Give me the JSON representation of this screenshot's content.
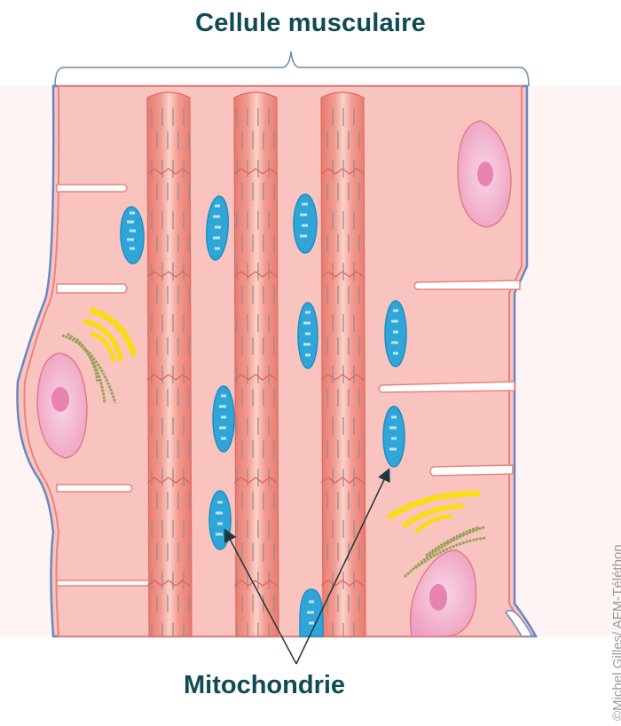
{
  "diagram": {
    "title": "Cellule musculaire",
    "bottom_label": "Mitochondrie",
    "credit": "©Michel Gilles/ AFM-Téléthon",
    "components": [
      {
        "name": "muscle-cell",
        "label": "Cellule musculaire",
        "indicated_by": "bracket"
      },
      {
        "name": "myofibrils",
        "count": 3
      },
      {
        "name": "mitochondria",
        "label": "Mitochondrie",
        "count": 10,
        "indicated_by": "two arrows"
      },
      {
        "name": "satellite-cell-nuclei",
        "count": 3
      },
      {
        "name": "golgi-apparatus",
        "count": 2
      }
    ],
    "colors": {
      "title_text": "#0f4a55",
      "cell_fill": "#f9c4c0",
      "cell_outline": "#e8837c",
      "membrane": "#6c86c2",
      "myofibril": "#ee8f84",
      "mitochondrion_fill": "#2fa5d8",
      "mitochondrion_inner": "#a8d8ef",
      "nucleus": "#ef9fc2",
      "golgi": "#f7dc1c",
      "reticulum": "#9aa25a",
      "arrow": "#1c3a3e"
    }
  }
}
